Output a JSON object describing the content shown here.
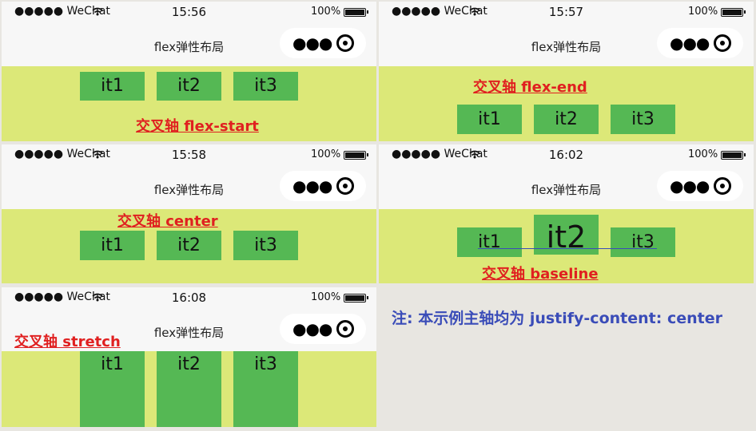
{
  "page_title": "flex弹性布局",
  "carrier": "●●●●● WeChat",
  "battery_pct": "100%",
  "items": [
    "it1",
    "it2",
    "it3"
  ],
  "panels": [
    {
      "time": "15:56",
      "caption": "交叉轴 flex-start"
    },
    {
      "time": "15:57",
      "caption": "交叉轴 flex-end"
    },
    {
      "time": "15:58",
      "caption": "交叉轴 center"
    },
    {
      "time": "16:02",
      "caption": "交叉轴 baseline"
    },
    {
      "time": "16:08",
      "caption": "交叉轴 stretch"
    }
  ],
  "note": "注: 本示例主轴均为 justify-content: center",
  "colors": {
    "container": "#dce878",
    "item": "#55b854",
    "caption": "#e02020",
    "note": "#3a4cb8"
  }
}
